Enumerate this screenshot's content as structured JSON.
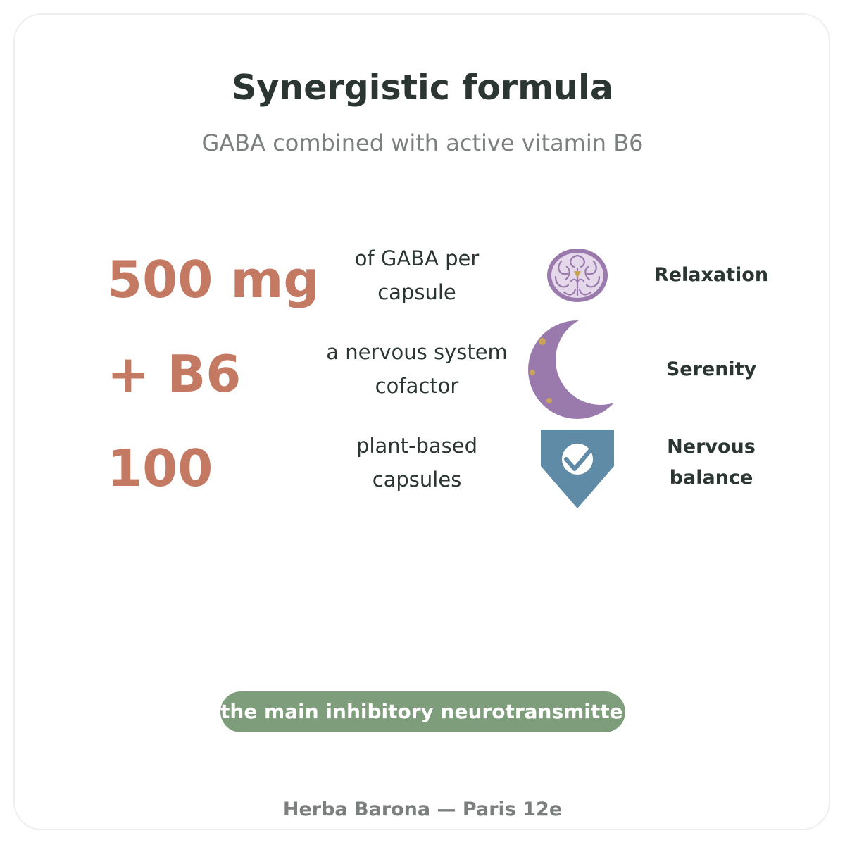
{
  "header": {
    "title": "Synergistic formula",
    "subtitle": "GABA combined with active vitamin B6"
  },
  "rows": [
    {
      "value": "500 mg",
      "description": "of GABA per capsule",
      "icon": "brain-icon",
      "benefit": "Relaxation"
    },
    {
      "value": "+ B6",
      "description": "a nervous system cofactor",
      "icon": "crescent-moon-icon",
      "benefit": "Serenity"
    },
    {
      "value": "100",
      "description": "plant-based capsules",
      "icon": "shield-check-icon",
      "benefit": "Nervous balance"
    }
  ],
  "badge": {
    "text": "the main inhibitory neurotransmitter"
  },
  "footer": {
    "text": "Herba Barona — Paris 12e"
  },
  "colors": {
    "accent": "#c47a62",
    "badge": "#7e9d7a",
    "icon_purple": "#9a7aac",
    "icon_blue": "#5f8ba6",
    "text_dark": "#2b3632",
    "text_grey": "#7b7f7d"
  }
}
